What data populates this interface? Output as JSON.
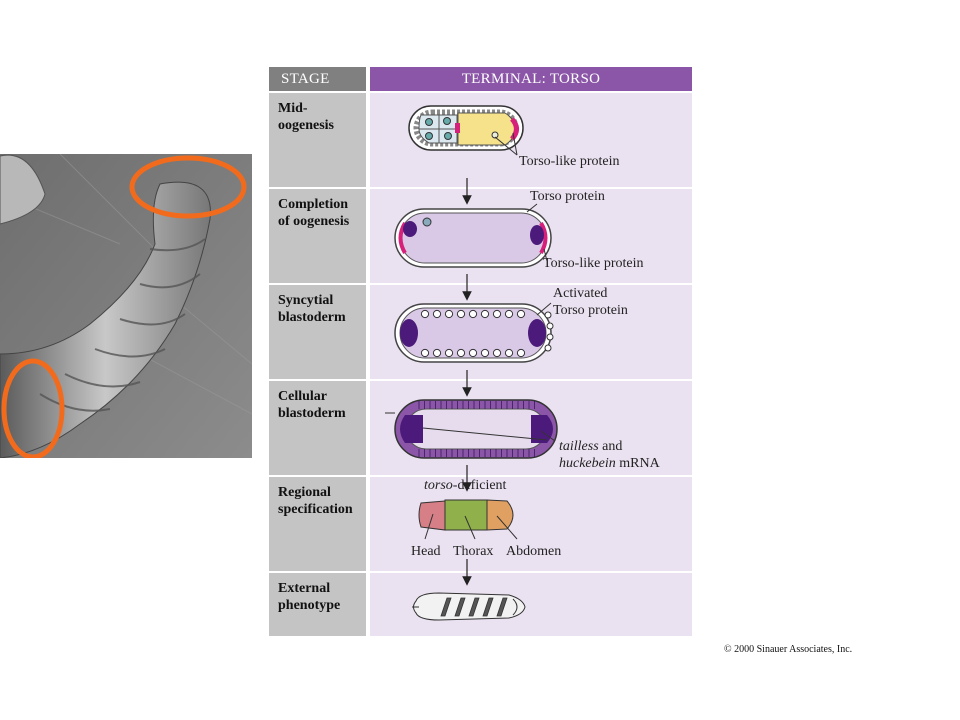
{
  "header": {
    "stage_label": "STAGE",
    "terminal_label": "TERMINAL: TORSO"
  },
  "stages": [
    {
      "line1": "Mid-",
      "line2": "oogenesis"
    },
    {
      "line1": "Completion",
      "line2": "of oogenesis"
    },
    {
      "line1": "Syncytial",
      "line2": "blastoderm"
    },
    {
      "line1": "Cellular",
      "line2": "blastoderm"
    },
    {
      "line1": "Regional",
      "line2": "specification"
    },
    {
      "line1": "External",
      "line2": "phenotype"
    }
  ],
  "labels": {
    "torso_like_1": "Torso-like protein",
    "torso_protein": "Torso protein",
    "torso_like_2": "Torso-like protein",
    "activated_1": "Activated",
    "activated_2": "Torso protein",
    "tailless": "tailless",
    "tailless_and": " and",
    "huckebein": "huckebein",
    "huckebein_mrna": " mRNA",
    "torso_italic": "torso",
    "deficient": "-deficient",
    "head": "Head",
    "thorax": "Thorax",
    "abdomen": "Abdomen"
  },
  "copyright": "© 2000 Sinauer Associates, Inc.",
  "colors": {
    "stage_header": "#808080",
    "terminal_header": "#8b55a8",
    "stage_cell": "#c4c4c4",
    "diagram_cell": "#ebe2f1",
    "highlight_ring": "#f26b1d",
    "torso_like": "#d6207a",
    "activated_torso": "#4b1a7a",
    "head_region": "#d67f86",
    "thorax_region": "#8fb04a",
    "abdomen_region": "#e0a062"
  }
}
